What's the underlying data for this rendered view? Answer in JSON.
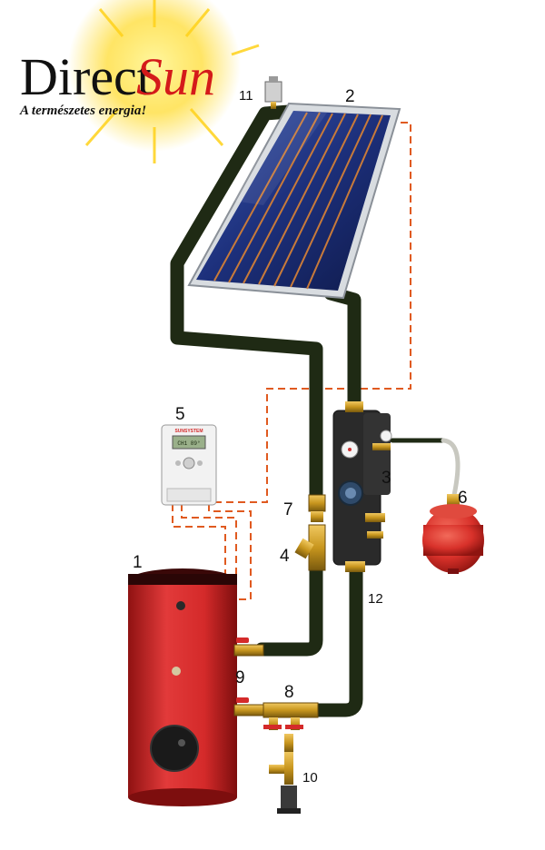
{
  "logo": {
    "brand_part1": "Direct",
    "brand_part2": "Sun",
    "slogan": "A természetes energia!"
  },
  "colors": {
    "pipe": "#1f2a14",
    "tank": "#d42a2a",
    "wiring": "#e05a20",
    "brass": "#c8961e",
    "collector": "#1c2f7a",
    "accent": "#e8402a"
  },
  "controller": {
    "brand": "SUNSYSTEM",
    "display": "CH1 89°"
  },
  "components": [
    {
      "number": "1",
      "name": "tank"
    },
    {
      "number": "2",
      "name": "solar-collector"
    },
    {
      "number": "3",
      "name": "pump-station"
    },
    {
      "number": "4",
      "name": "strainer"
    },
    {
      "number": "5",
      "name": "controller"
    },
    {
      "number": "6",
      "name": "expansion-vessel"
    },
    {
      "number": "7",
      "name": "fitting"
    },
    {
      "number": "8",
      "name": "tee-fitting"
    },
    {
      "number": "9",
      "name": "ball-valve"
    },
    {
      "number": "10",
      "name": "drain-valve"
    },
    {
      "number": "11",
      "name": "air-vent"
    },
    {
      "number": "12",
      "name": "return-pipe"
    }
  ]
}
